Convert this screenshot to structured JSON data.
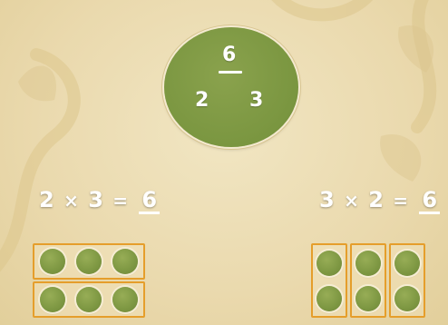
{
  "colors": {
    "background": "#ead9ad",
    "circle": "#7a9640",
    "counter": "#7d9742",
    "group_border": "#e59e2b",
    "text": "#ffffff"
  },
  "fact_family": {
    "total": "6",
    "factor_a": "2",
    "factor_b": "3"
  },
  "equation_left": {
    "a": "2",
    "op": "×",
    "b": "3",
    "eq": "=",
    "result": "6",
    "groups": 2,
    "per_group": 3,
    "group_orientation": "rows"
  },
  "equation_right": {
    "a": "3",
    "op": "×",
    "b": "2",
    "eq": "=",
    "result": "6",
    "groups": 3,
    "per_group": 2,
    "group_orientation": "columns"
  }
}
